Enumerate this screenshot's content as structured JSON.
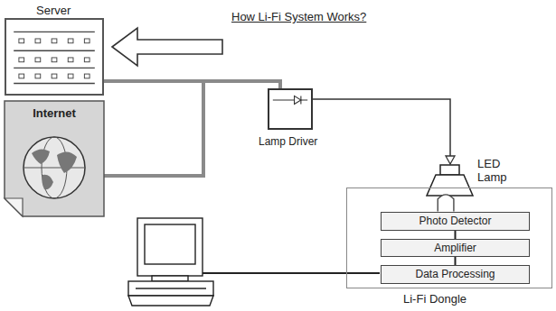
{
  "diagram": {
    "title": "How Li-Fi System Works?",
    "nodes": [
      {
        "text": [
          "Server"
        ]
      },
      {
        "text": [
          "Internet"
        ]
      },
      {
        "text": [
          "Lamp Driver"
        ]
      },
      {
        "text": [
          "LED Lamp"
        ]
      },
      {
        "text": [
          "Li-Fi Dongle"
        ]
      },
      {
        "text": [
          "Photo Detector"
        ],
        "in": 4
      },
      {
        "text": [
          "Amplifier"
        ],
        "in": 4
      },
      {
        "text": [
          "Data Processing"
        ],
        "in": 4
      }
    ],
    "edges": [
      {
        "from": 0,
        "to": 2,
        "arrow": "none"
      },
      {
        "from": 1,
        "to": 2,
        "arrow": "none"
      },
      {
        "from": 2,
        "to": 3,
        "arrow": "to"
      },
      {
        "from": 5,
        "to": 6,
        "arrow": "none"
      },
      {
        "from": 6,
        "to": 7,
        "arrow": "none"
      }
    ]
  }
}
